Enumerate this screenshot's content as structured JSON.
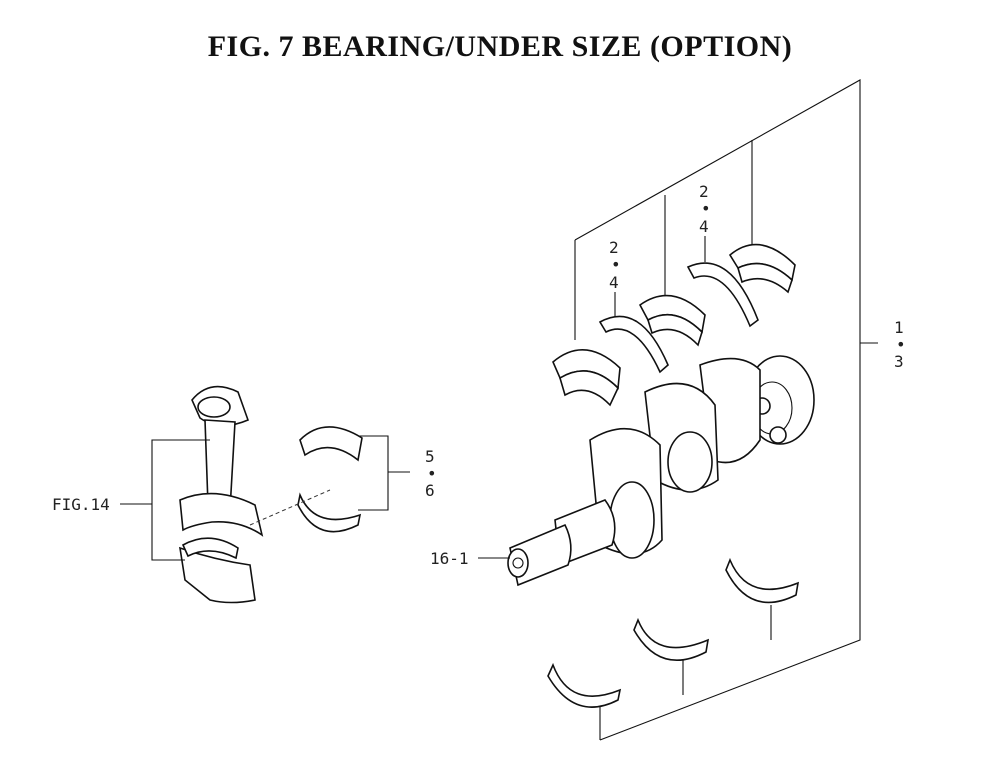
{
  "title": "FIG.  7  BEARING/UNDER SIZE (OPTION)",
  "callouts": {
    "upper_left_bearings": [
      "2",
      "•",
      "4"
    ],
    "upper_right_bearings": [
      "2",
      "•",
      "4"
    ],
    "crankshaft_group": [
      "1",
      "•",
      "3"
    ],
    "rod_bearings": [
      "5",
      "•",
      "6"
    ],
    "rod_reference": "FIG.14",
    "crankshaft_gear": "16-1"
  }
}
